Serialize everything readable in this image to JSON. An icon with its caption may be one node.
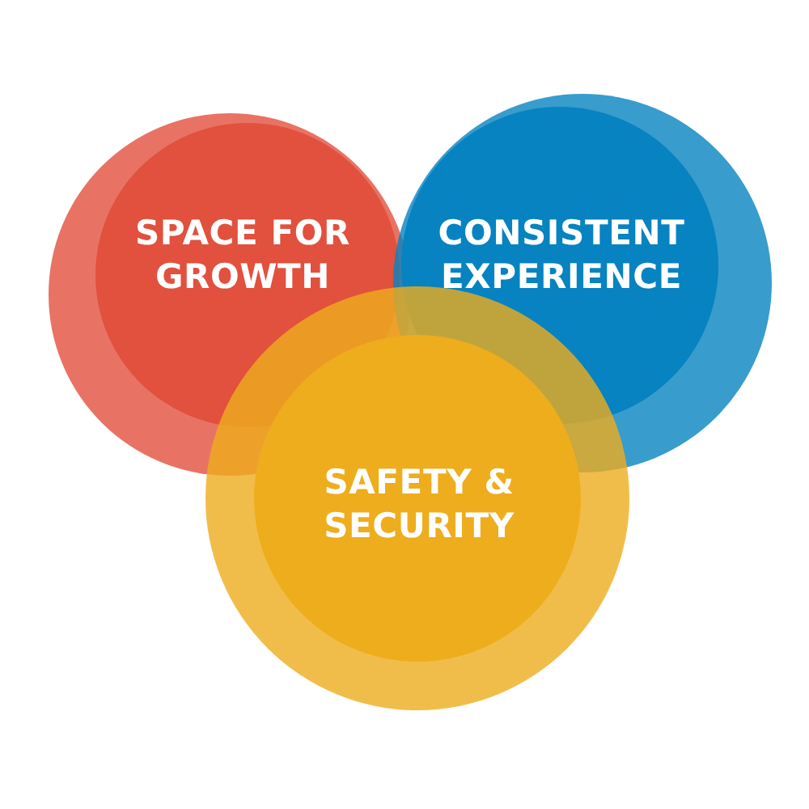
{
  "diagram": {
    "nodes": [
      {
        "text": [
          "SPACE FOR GROWTH"
        ]
      },
      {
        "text": [
          "CONSISTENT EXPERIENCE"
        ]
      },
      {
        "text": [
          "SAFETY & SECURITY"
        ]
      }
    ]
  }
}
